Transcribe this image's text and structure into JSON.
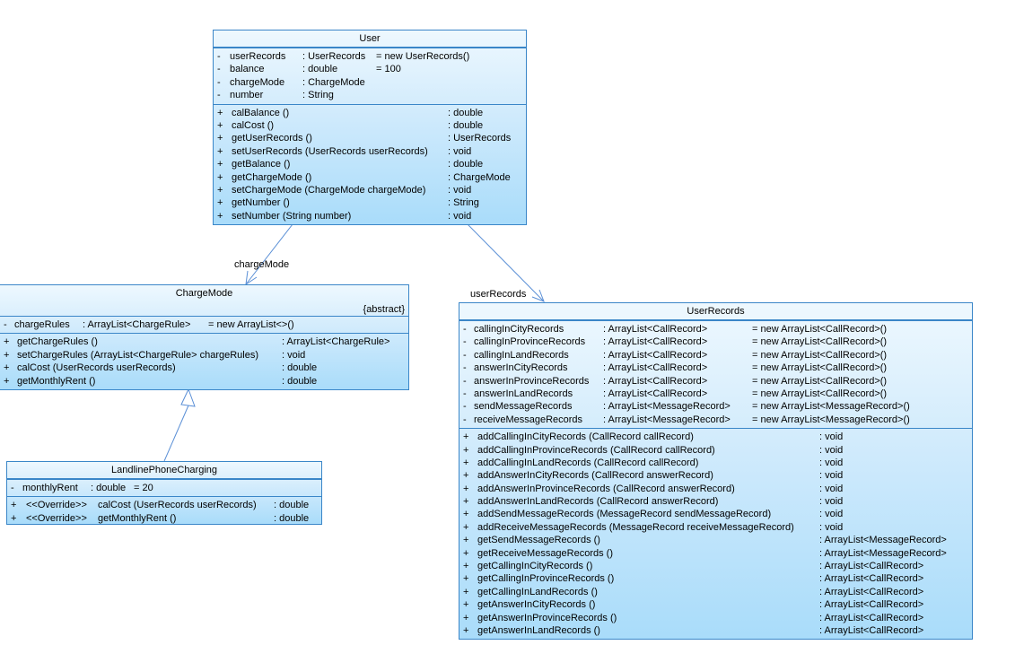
{
  "user": {
    "name": "User",
    "attributes": [
      {
        "vis": "-",
        "name": "userRecords",
        "type": ": UserRecords",
        "init": "= new UserRecords()"
      },
      {
        "vis": "-",
        "name": "balance",
        "type": ": double",
        "init": "= 100"
      },
      {
        "vis": "-",
        "name": "chargeMode",
        "type": ": ChargeMode",
        "init": ""
      },
      {
        "vis": "-",
        "name": "number",
        "type": ": String",
        "init": ""
      }
    ],
    "methods": [
      {
        "vis": "+",
        "sig": "calBalance ()",
        "ret": ": double"
      },
      {
        "vis": "+",
        "sig": "calCost ()",
        "ret": ": double"
      },
      {
        "vis": "+",
        "sig": "getUserRecords ()",
        "ret": ": UserRecords"
      },
      {
        "vis": "+",
        "sig": "setUserRecords (UserRecords userRecords)",
        "ret": ": void"
      },
      {
        "vis": "+",
        "sig": "getBalance ()",
        "ret": ": double"
      },
      {
        "vis": "+",
        "sig": "getChargeMode ()",
        "ret": ": ChargeMode"
      },
      {
        "vis": "+",
        "sig": "setChargeMode (ChargeMode chargeMode)",
        "ret": ": void"
      },
      {
        "vis": "+",
        "sig": "getNumber ()",
        "ret": ": String"
      },
      {
        "vis": "+",
        "sig": "setNumber (String number)",
        "ret": ": void"
      }
    ]
  },
  "chargeMode": {
    "name": "ChargeMode",
    "stereotype": "{abstract}",
    "attributes": [
      {
        "vis": "-",
        "name": "chargeRules",
        "type": ": ArrayList<ChargeRule>",
        "init": "= new ArrayList<>()"
      }
    ],
    "methods": [
      {
        "vis": "+",
        "sig": "getChargeRules ()",
        "ret": ": ArrayList<ChargeRule>"
      },
      {
        "vis": "+",
        "sig": "setChargeRules (ArrayList<ChargeRule> chargeRules)",
        "ret": ": void"
      },
      {
        "vis": "+",
        "sig": "calCost (UserRecords userRecords)",
        "ret": ": double"
      },
      {
        "vis": "+",
        "sig": "getMonthlyRent ()",
        "ret": ": double"
      }
    ]
  },
  "landline": {
    "name": "LandlinePhoneCharging",
    "attributes": [
      {
        "vis": "-",
        "name": "monthlyRent",
        "type": ": double",
        "init": "= 20"
      }
    ],
    "methods": [
      {
        "vis": "+",
        "stereo": "<<Override>>",
        "sig": "calCost (UserRecords userRecords)",
        "ret": ": double"
      },
      {
        "vis": "+",
        "stereo": "<<Override>>",
        "sig": "getMonthlyRent ()",
        "ret": ": double"
      }
    ]
  },
  "userRecords": {
    "name": "UserRecords",
    "attributes": [
      {
        "vis": "-",
        "name": "callingInCityRecords",
        "type": ": ArrayList<CallRecord>",
        "init": "= new ArrayList<CallRecord>()"
      },
      {
        "vis": "-",
        "name": "callingInProvinceRecords",
        "type": ": ArrayList<CallRecord>",
        "init": "= new ArrayList<CallRecord>()"
      },
      {
        "vis": "-",
        "name": "callingInLandRecords",
        "type": ": ArrayList<CallRecord>",
        "init": "= new ArrayList<CallRecord>()"
      },
      {
        "vis": "-",
        "name": "answerInCityRecords",
        "type": ": ArrayList<CallRecord>",
        "init": "= new ArrayList<CallRecord>()"
      },
      {
        "vis": "-",
        "name": "answerInProvinceRecords",
        "type": ": ArrayList<CallRecord>",
        "init": "= new ArrayList<CallRecord>()"
      },
      {
        "vis": "-",
        "name": "answerInLandRecords",
        "type": ": ArrayList<CallRecord>",
        "init": "= new ArrayList<CallRecord>()"
      },
      {
        "vis": "-",
        "name": "sendMessageRecords",
        "type": ": ArrayList<MessageRecord>",
        "init": "= new ArrayList<MessageRecord>()"
      },
      {
        "vis": "-",
        "name": "receiveMessageRecords",
        "type": ": ArrayList<MessageRecord>",
        "init": "= new ArrayList<MessageRecord>()"
      }
    ],
    "methods": [
      {
        "vis": "+",
        "sig": "addCallingInCityRecords (CallRecord callRecord)",
        "ret": ": void"
      },
      {
        "vis": "+",
        "sig": "addCallingInProvinceRecords (CallRecord callRecord)",
        "ret": ": void"
      },
      {
        "vis": "+",
        "sig": "addCallingInLandRecords (CallRecord callRecord)",
        "ret": ": void"
      },
      {
        "vis": "+",
        "sig": "addAnswerInCityRecords (CallRecord answerRecord)",
        "ret": ": void"
      },
      {
        "vis": "+",
        "sig": "addAnswerInProvinceRecords (CallRecord answerRecord)",
        "ret": ": void"
      },
      {
        "vis": "+",
        "sig": "addAnswerInLandRecords (CallRecord answerRecord)",
        "ret": ": void"
      },
      {
        "vis": "+",
        "sig": "addSendMessageRecords (MessageRecord sendMessageRecord)",
        "ret": ": void"
      },
      {
        "vis": "+",
        "sig": "addReceiveMessageRecords (MessageRecord receiveMessageRecord)",
        "ret": ": void"
      },
      {
        "vis": "+",
        "sig": "getSendMessageRecords ()",
        "ret": ": ArrayList<MessageRecord>"
      },
      {
        "vis": "+",
        "sig": "getReceiveMessageRecords ()",
        "ret": ": ArrayList<MessageRecord>"
      },
      {
        "vis": "+",
        "sig": "getCallingInCityRecords ()",
        "ret": ": ArrayList<CallRecord>"
      },
      {
        "vis": "+",
        "sig": "getCallingInProvinceRecords ()",
        "ret": ": ArrayList<CallRecord>"
      },
      {
        "vis": "+",
        "sig": "getCallingInLandRecords ()",
        "ret": ": ArrayList<CallRecord>"
      },
      {
        "vis": "+",
        "sig": "getAnswerInCityRecords ()",
        "ret": ": ArrayList<CallRecord>"
      },
      {
        "vis": "+",
        "sig": "getAnswerInProvinceRecords ()",
        "ret": ": ArrayList<CallRecord>"
      },
      {
        "vis": "+",
        "sig": "getAnswerInLandRecords ()",
        "ret": ": ArrayList<CallRecord>"
      }
    ]
  },
  "edges": {
    "chargeModeLabel": "chargeMode",
    "userRecordsLabel": "userRecords"
  },
  "colors": {
    "border": "#3a86c8",
    "edge": "#5a8fd6",
    "fillTop": "#eef8fe",
    "fillBottom": "#a9dcfa"
  }
}
